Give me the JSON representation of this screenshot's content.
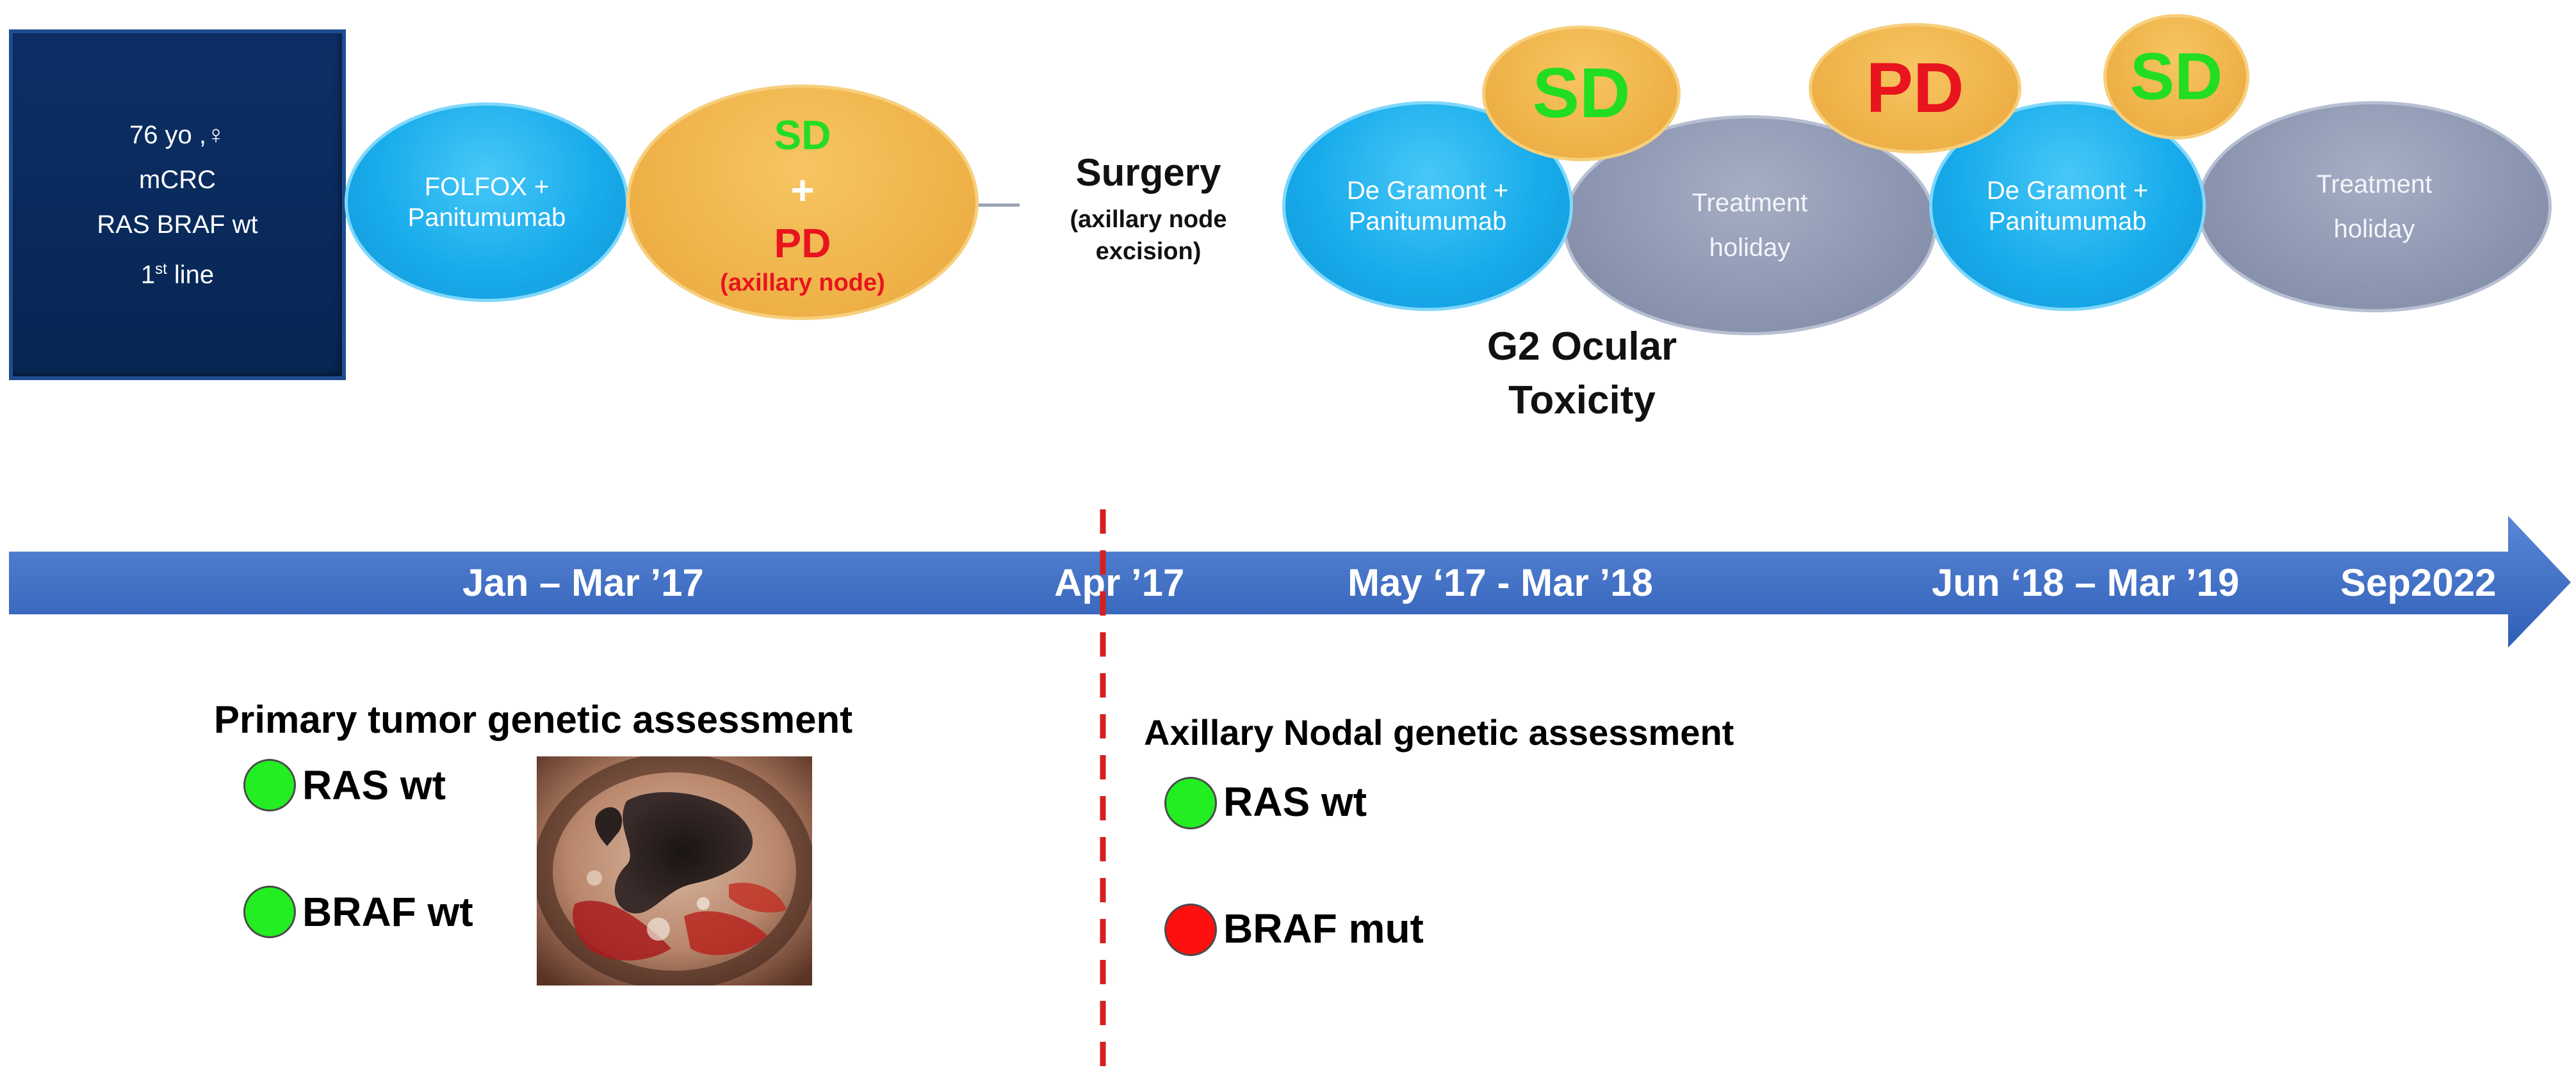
{
  "patient_box": {
    "line1": "76 yo ,♀",
    "line2": "mCRC",
    "line3": "RAS BRAF wt",
    "line4_base": "1",
    "line4_sup": "st",
    "line4_rest": " line"
  },
  "first_line": {
    "therapy_line1": "FOLFOX +",
    "therapy_line2": "Panitumumab",
    "response_sd": "SD",
    "response_plus": "+",
    "response_pd": "PD",
    "response_pd_note": "(axillary node)"
  },
  "surgery": {
    "title": "Surgery",
    "note_line1": "(axillary node",
    "note_line2": "excision)"
  },
  "cycle1": {
    "therapy_line1": "De Gramont +",
    "therapy_line2": "Panitumumab",
    "holiday_line1": "Treatment",
    "holiday_line2": "holiday",
    "badge_sd": "SD",
    "toxicity_line1": "G2 Ocular",
    "toxicity_line2": "Toxicity"
  },
  "cycle2": {
    "badge_pd": "PD",
    "therapy_line1": "De Gramont +",
    "therapy_line2": "Panitumumab",
    "holiday_line1": "Treatment",
    "holiday_line2": "holiday",
    "badge_sd": "SD"
  },
  "timeline": {
    "labels": [
      "Jan – Mar ’17",
      "Apr ’17",
      "May ‘17 - Mar ’18",
      "Jun ‘18 – Mar ’19",
      "Sep2022"
    ]
  },
  "primary_assessment": {
    "title": "Primary tumor genetic assessment",
    "items": [
      {
        "label": "RAS wt",
        "status": "green"
      },
      {
        "label": "BRAF wt",
        "status": "green"
      }
    ]
  },
  "nodal_assessment": {
    "title": "Axillary Nodal genetic assessment",
    "items": [
      {
        "label": "RAS wt",
        "status": "green"
      },
      {
        "label": "BRAF mut",
        "status": "red"
      }
    ]
  },
  "colors": {
    "timeline_blue": "#3f6fc6",
    "dashed_line": "#d42020",
    "status_green": "#22ee22",
    "status_red": "#ff1010"
  }
}
